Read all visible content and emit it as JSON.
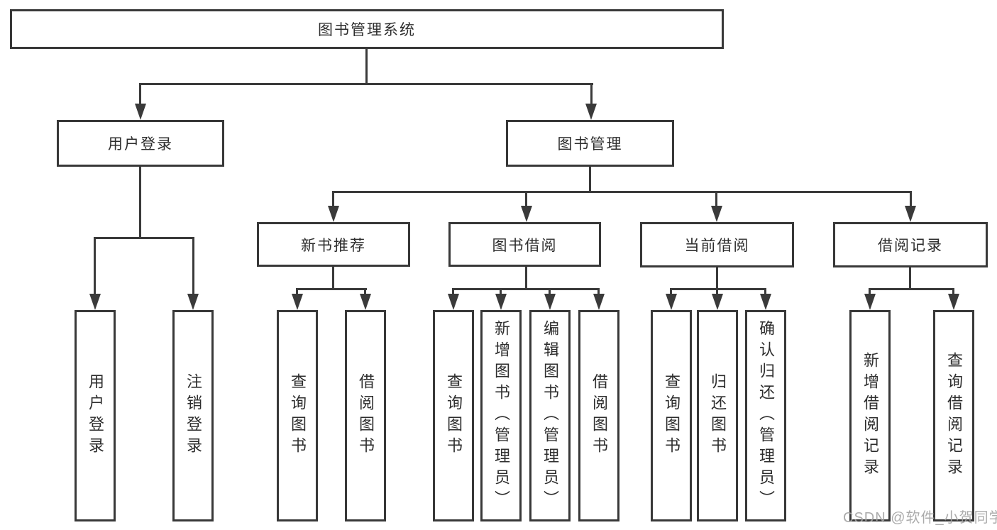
{
  "colors": {
    "line": "#3a3a3a",
    "box_border": "#383838",
    "text": "#2d2d2d",
    "background": "#ffffff",
    "watermark": "#a3a3a3"
  },
  "chart": {
    "root": {
      "label": "图书管理系统"
    },
    "level2": [
      {
        "label": "用户登录"
      },
      {
        "label": "图书管理"
      }
    ],
    "level3": [
      {
        "label": "新书推荐",
        "parent": "图书管理"
      },
      {
        "label": "图书借阅",
        "parent": "图书管理"
      },
      {
        "label": "当前借阅",
        "parent": "图书管理"
      },
      {
        "label": "借阅记录",
        "parent": "图书管理"
      }
    ],
    "leaves": [
      {
        "label": "用户登录",
        "parent": "用户登录"
      },
      {
        "label": "注销登录",
        "parent": "用户登录"
      },
      {
        "label": "查询图书",
        "parent": "新书推荐"
      },
      {
        "label": "借阅图书",
        "parent": "新书推荐"
      },
      {
        "label": "查询图书",
        "parent": "图书借阅"
      },
      {
        "label": "新增图书（管理员）",
        "parent": "图书借阅"
      },
      {
        "label": "编辑图书（管理员）",
        "parent": "图书借阅"
      },
      {
        "label": "借阅图书",
        "parent": "图书借阅"
      },
      {
        "label": "查询图书",
        "parent": "当前借阅"
      },
      {
        "label": "归还图书",
        "parent": "当前借阅"
      },
      {
        "label": "确认归还（管理员）",
        "parent": "当前借阅"
      },
      {
        "label": "新增借阅记录",
        "parent": "借阅记录"
      },
      {
        "label": "查询借阅记录",
        "parent": "借阅记录"
      }
    ]
  },
  "watermark": {
    "text": "CSDN @软件_小贺同学"
  }
}
